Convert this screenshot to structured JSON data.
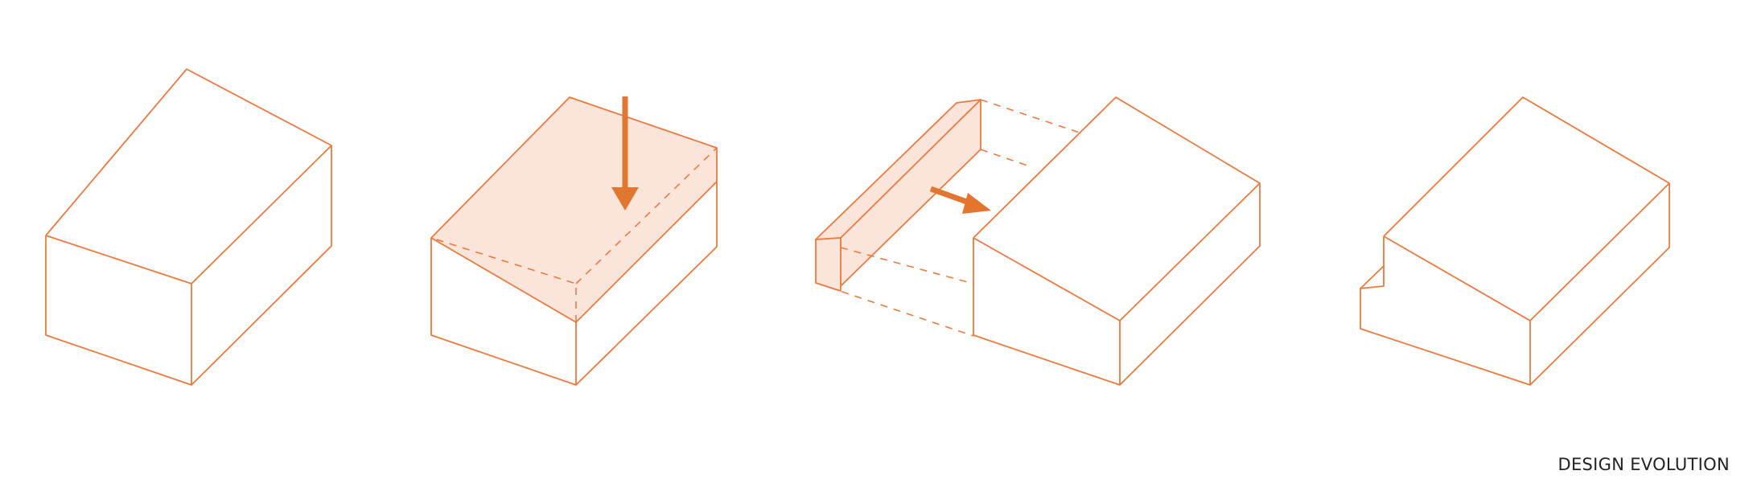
{
  "caption": "DESIGN EVOLUTION",
  "colors": {
    "line": "#EC7A3F",
    "fill": "#FBE4DA",
    "arrow": "#E3762F",
    "text": "#222222"
  },
  "steps": [
    {
      "name": "base-volume"
    },
    {
      "name": "roof-cut"
    },
    {
      "name": "slice-shift"
    },
    {
      "name": "final-form"
    }
  ],
  "arrows": [
    {
      "direction": "down"
    },
    {
      "direction": "right"
    }
  ]
}
